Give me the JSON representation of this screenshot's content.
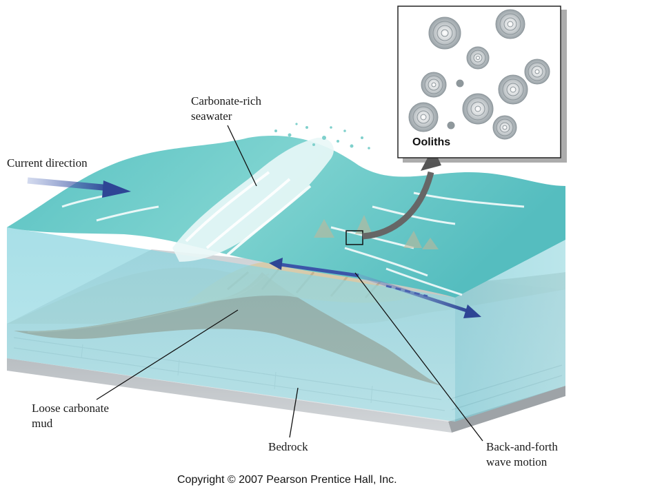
{
  "labels": {
    "seawater_line1": "Carbonate-rich",
    "seawater_line2": "seawater",
    "current": "Current direction",
    "mud_line1": "Loose carbonate",
    "mud_line2": "mud",
    "bedrock": "Bedrock",
    "wave_line1": "Back-and-forth",
    "wave_line2": "wave motion"
  },
  "inset": {
    "title": "Ooliths"
  },
  "copyright": "Copyright © 2007 Pearson Prentice Hall, Inc.",
  "colors": {
    "water_surface": "#5ec7c4",
    "water_body": "#8fd6df",
    "foam": "#ffffff",
    "seafloor": "#c9c9c0",
    "mud": "#a0522d",
    "bedrock": "#d4d8dc",
    "arrow": "#3a4f9e"
  }
}
